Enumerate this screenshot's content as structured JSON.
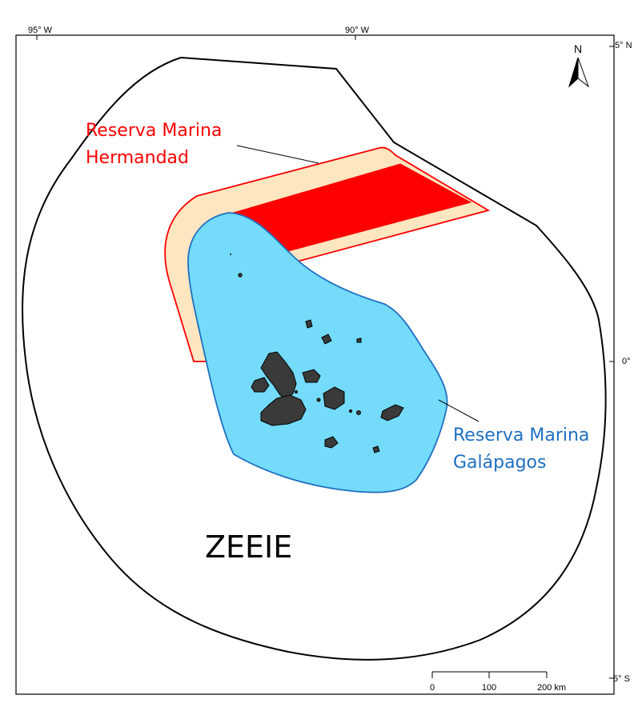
{
  "graticule": {
    "lon_95w": "95° W",
    "lon_90w": "90° W",
    "lat_5n": "5° N",
    "lat_0": "0°",
    "lat_5s": "5° S"
  },
  "north_arrow": {
    "label": "N"
  },
  "areas": {
    "hermandad": {
      "line1": "Reserva Marina",
      "line2": "Hermandad",
      "color": "#ff0000",
      "buffer_color": "#fde6c0"
    },
    "galapagos": {
      "line1": "Reserva Marina",
      "line2": "Galápagos",
      "color": "#1f6fc1",
      "fill": "#74dcfa"
    },
    "zeeie": {
      "label": "ZEEIE"
    }
  },
  "islands": {
    "color": "#3a3a3a"
  },
  "scale_bar": {
    "tick_0": "0",
    "tick_100": "100",
    "tick_200": "200 km"
  }
}
